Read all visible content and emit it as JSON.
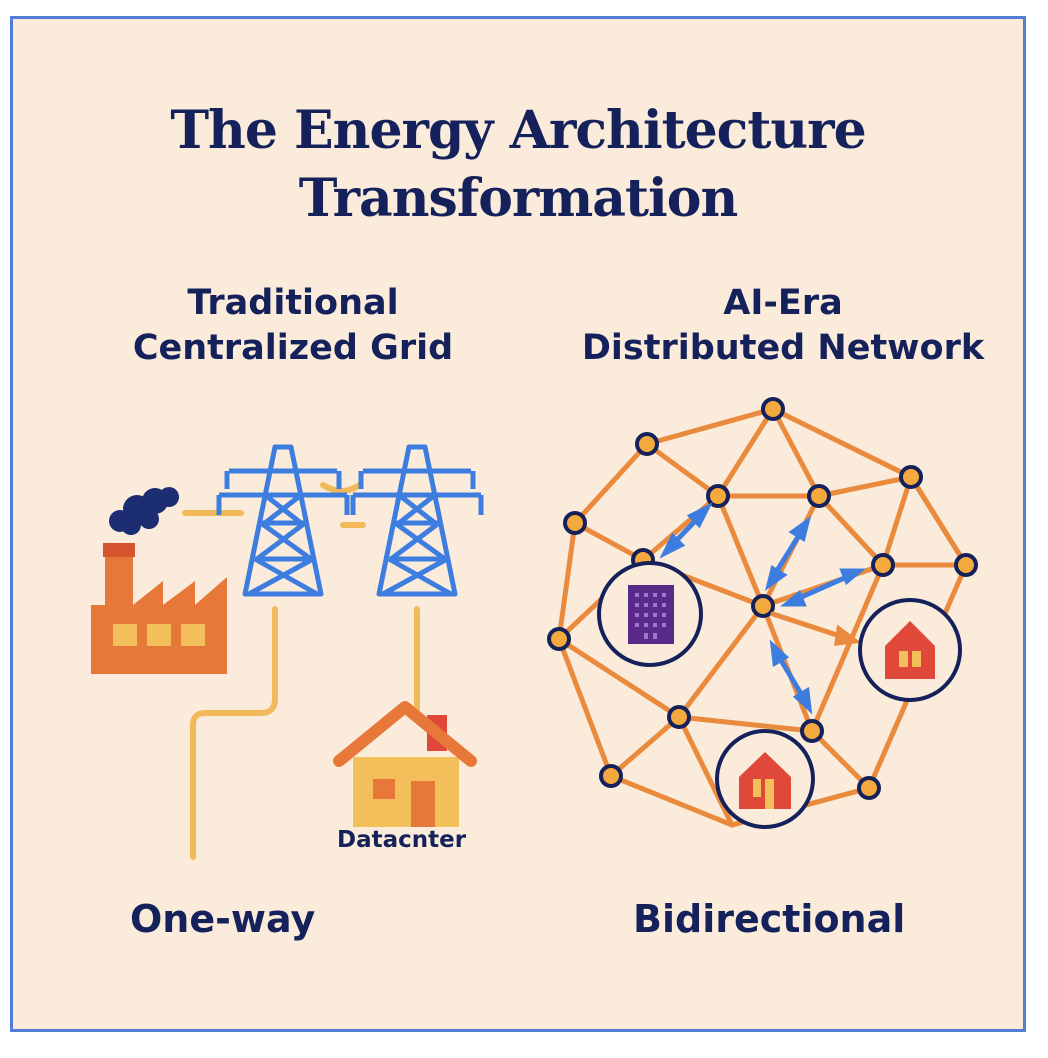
{
  "title": {
    "line1": "The Energy Architecture",
    "line2": "Transformation"
  },
  "left": {
    "heading_line1": "Traditional",
    "heading_line2": "Centralized Grid",
    "house_label": "Datacnter",
    "footer": "One-way",
    "icons": [
      "factory-icon",
      "smoke-icon",
      "transmission-tower-icon",
      "house-icon"
    ]
  },
  "right": {
    "heading_line1": "AI-Era",
    "heading_line2": "Distributed Network",
    "footer": "Bidirectional",
    "icons": [
      "building-icon",
      "house-icon",
      "bidirectional-arrow-icon"
    ]
  },
  "colors": {
    "background": "#faebdb",
    "frame": "#4f7fd6",
    "navy": "#14215a",
    "orange": "#e98a3c",
    "factory": "#e8773a",
    "tower_blue": "#3e7de0",
    "wire_yellow": "#f2b95a",
    "node_fill": "#f3a93d",
    "purple": "#5a2a8a",
    "red_house": "#e0483a"
  }
}
